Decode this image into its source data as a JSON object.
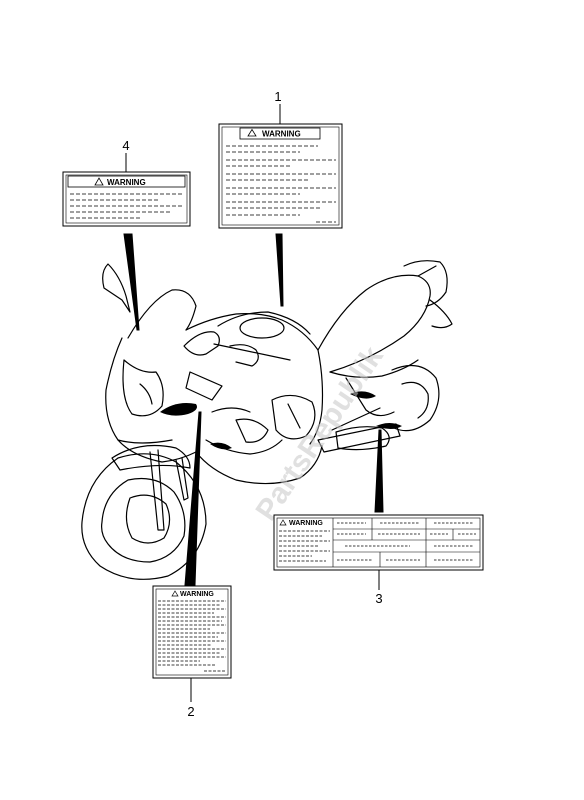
{
  "callouts": {
    "c1": "1",
    "c2": "2",
    "c3": "3",
    "c4": "4"
  },
  "labels": {
    "warning_1": "WARNING",
    "warning_2": "WARNING",
    "warning_3": "WARNING",
    "warning_4": "WARNING"
  },
  "watermark": "PartsRepublik",
  "colors": {
    "line": "#000000",
    "background": "#ffffff",
    "watermark": "#c8c8c8"
  }
}
